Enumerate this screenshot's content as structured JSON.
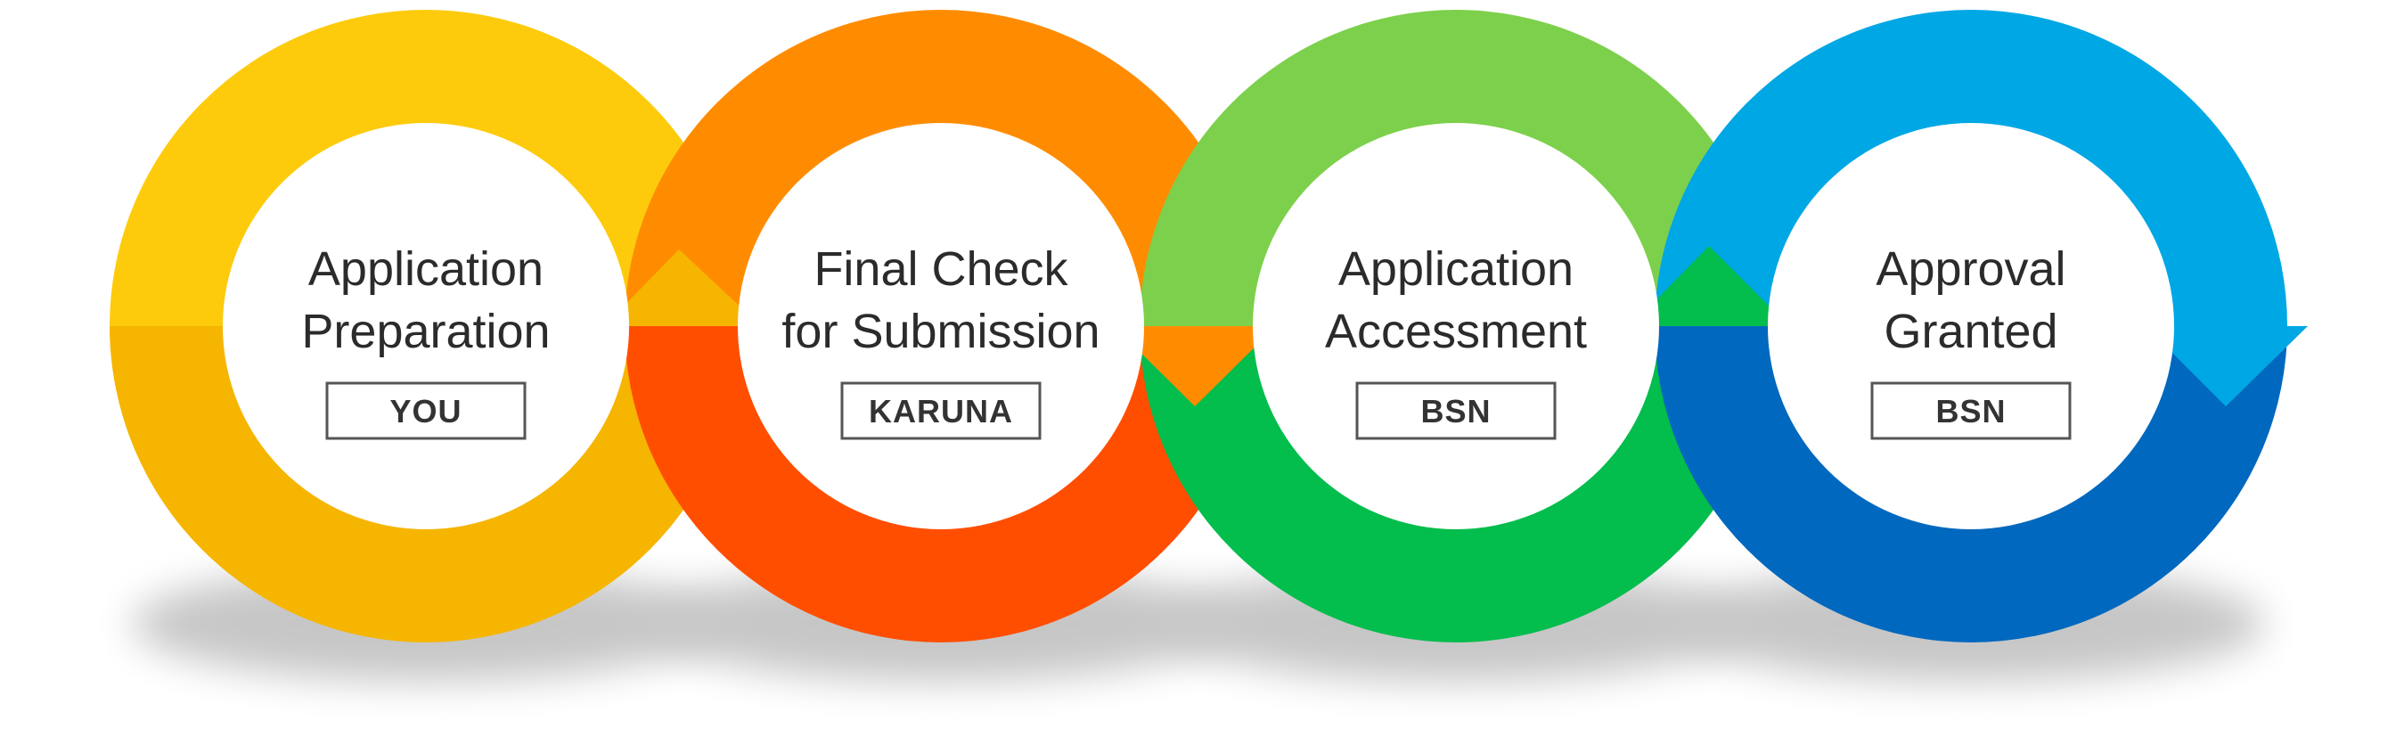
{
  "steps": [
    {
      "title_line1": "Application",
      "title_line2": "Preparation",
      "role": "YOU",
      "color_light": "#FDCB0C",
      "color_dark": "#F6B500"
    },
    {
      "title_line1": "Final Check",
      "title_line2": "for Submission",
      "role": "KARUNA",
      "color_light": "#FF8C00",
      "color_dark": "#FF4E00"
    },
    {
      "title_line1": "Application",
      "title_line2": "Accessment",
      "role": "BSN",
      "color_light": "#7DD04B",
      "color_dark": "#03BD4D"
    },
    {
      "title_line1": "Approval",
      "title_line2": "Granted",
      "role": "BSN",
      "color_light": "#00A7E5",
      "color_dark": "#0068BE"
    }
  ]
}
